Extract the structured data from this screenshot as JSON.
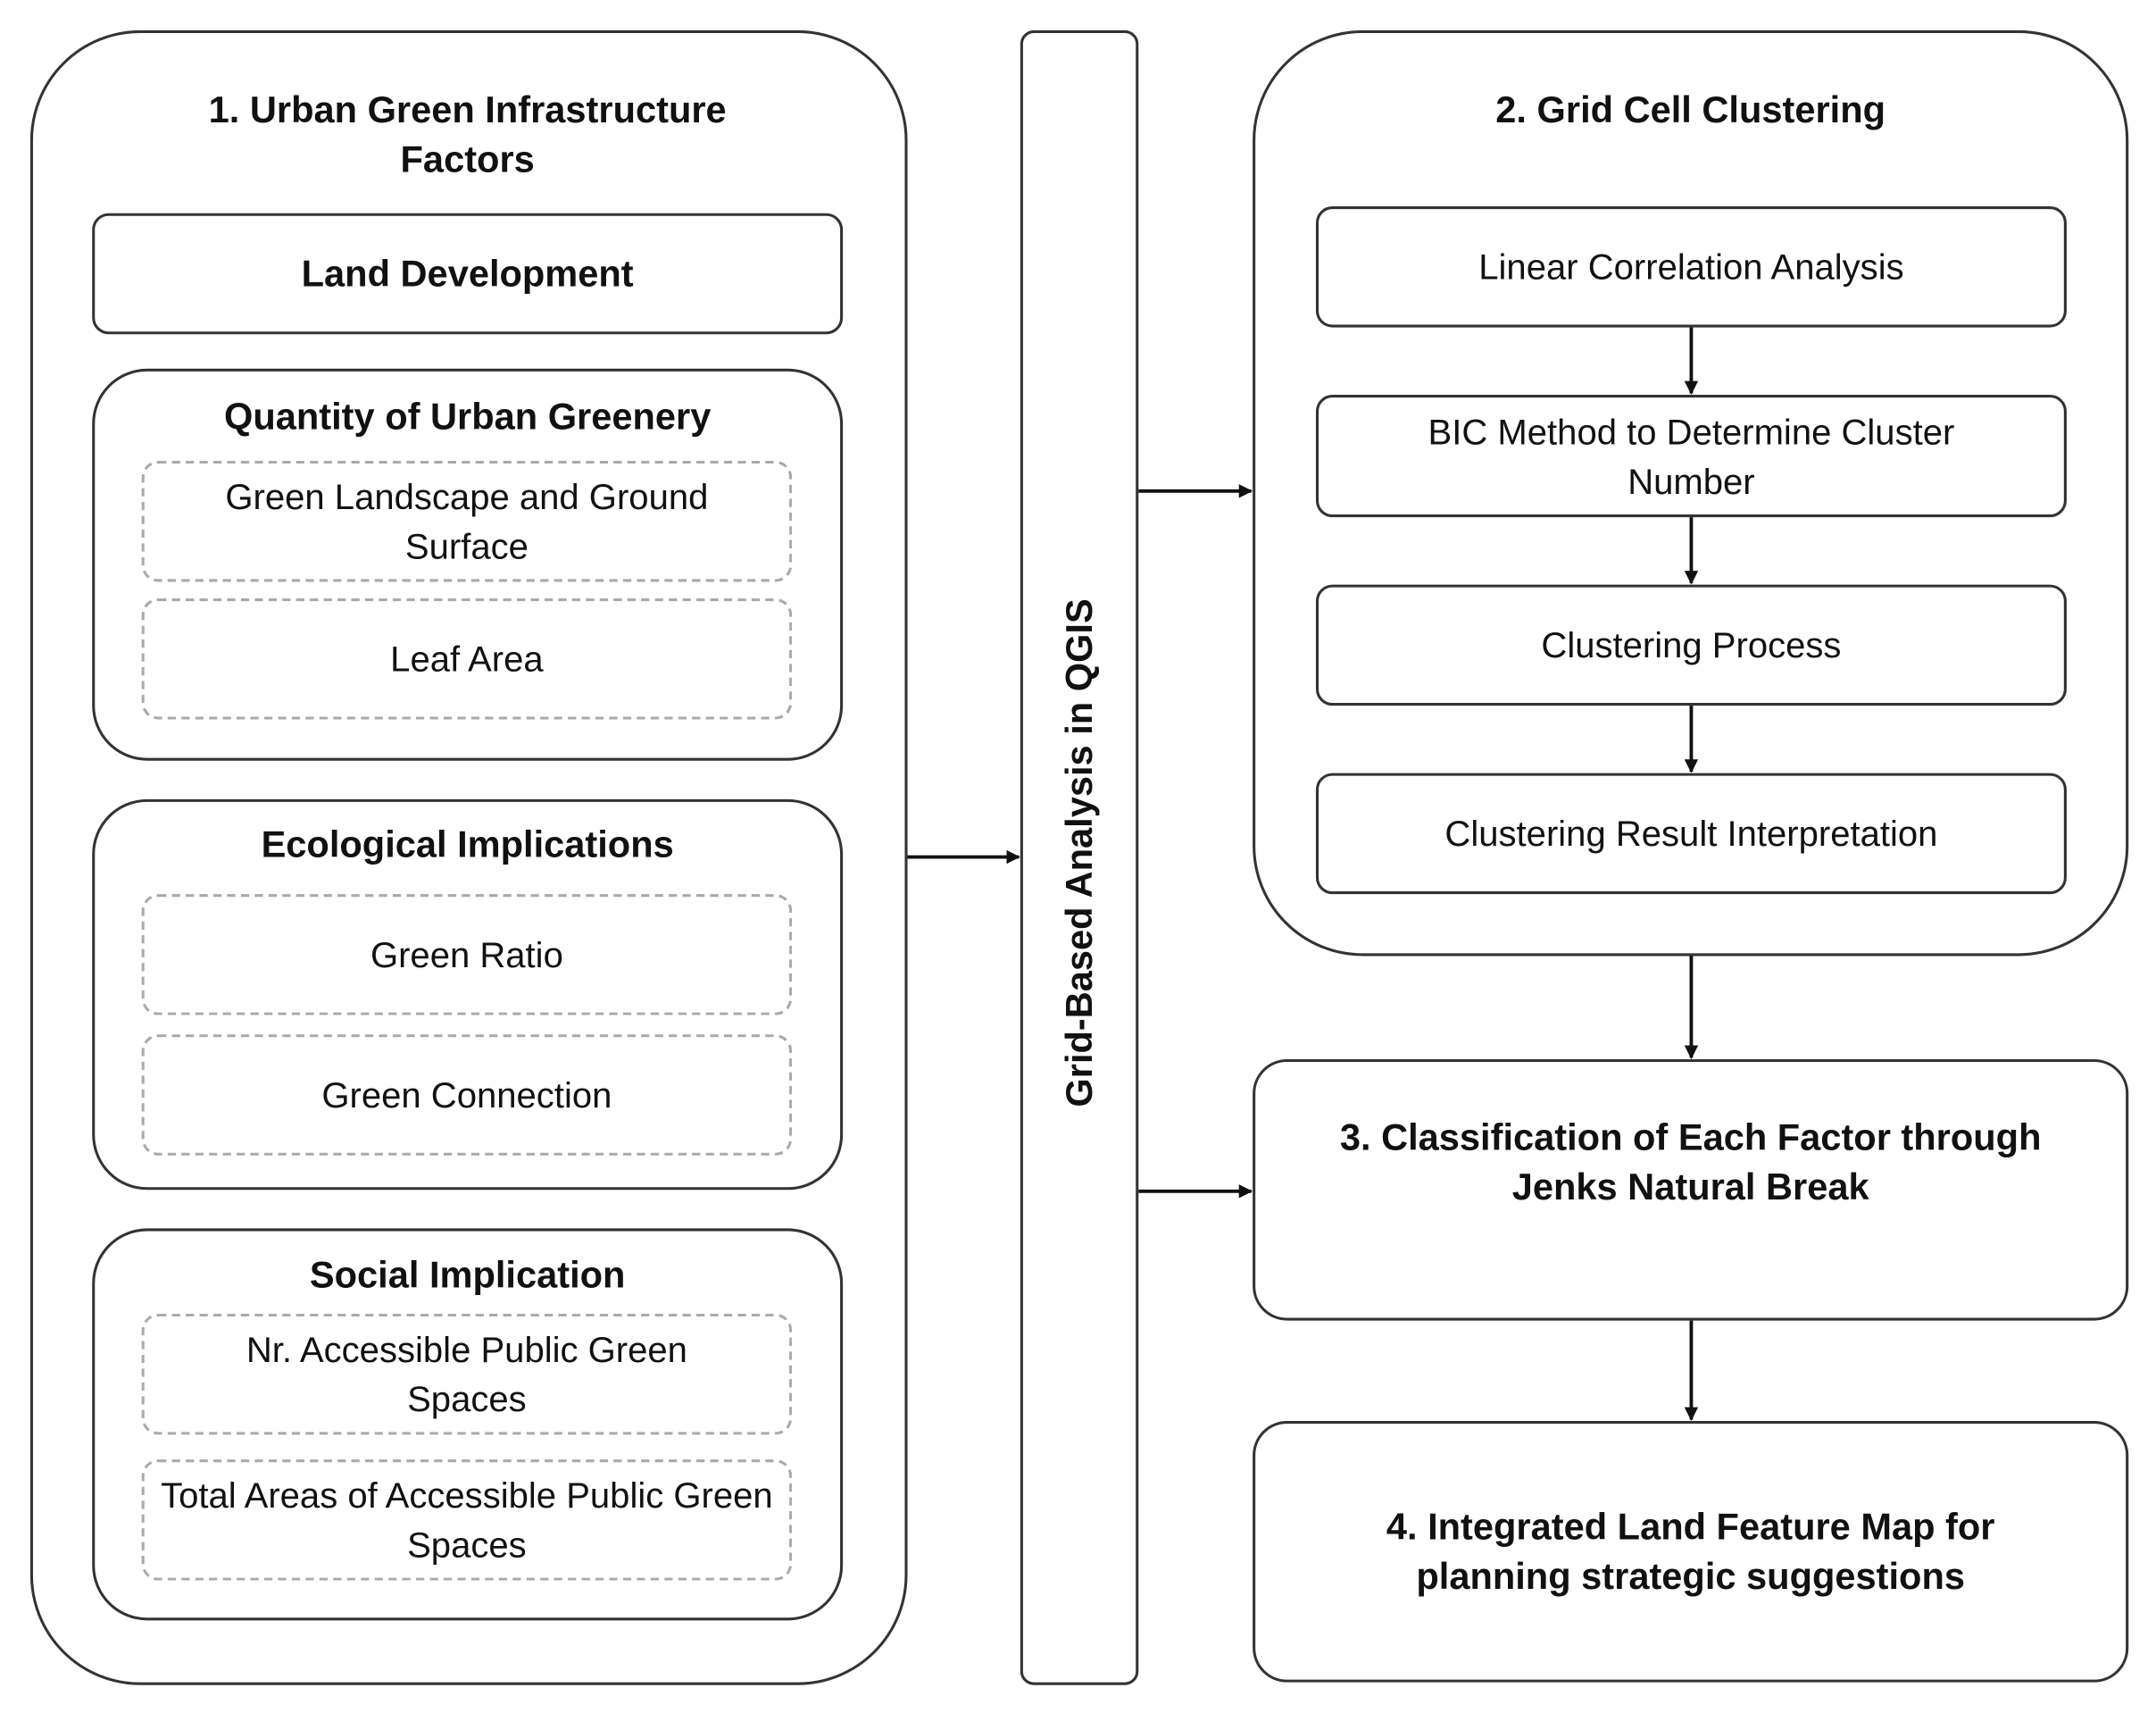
{
  "left_panel": {
    "title": "1. Urban Green Infrastructure Factors",
    "land_development": "Land Development",
    "groups": [
      {
        "title": "Quantity of Urban Greenery",
        "items": [
          "Green Landscape and Ground Surface",
          "Leaf Area"
        ]
      },
      {
        "title": "Ecological Implications",
        "items": [
          "Green Ratio",
          "Green Connection"
        ]
      },
      {
        "title": "Social Implication",
        "items": [
          "Nr. Accessible Public Green Spaces",
          "Total Areas of Accessible Public Green Spaces"
        ]
      }
    ]
  },
  "middle_bar": {
    "label": "Grid-Based Analysis in QGIS"
  },
  "right_panel": {
    "title": "2. Grid Cell Clustering",
    "steps": [
      "Linear Correlation Analysis",
      "BIC Method to Determine Cluster Number",
      "Clustering Process",
      "Clustering Result Interpretation"
    ]
  },
  "step3": "3. Classification of Each Factor through Jenks Natural Break",
  "step4": "4. Integrated Land Feature Map for planning strategic suggestions"
}
